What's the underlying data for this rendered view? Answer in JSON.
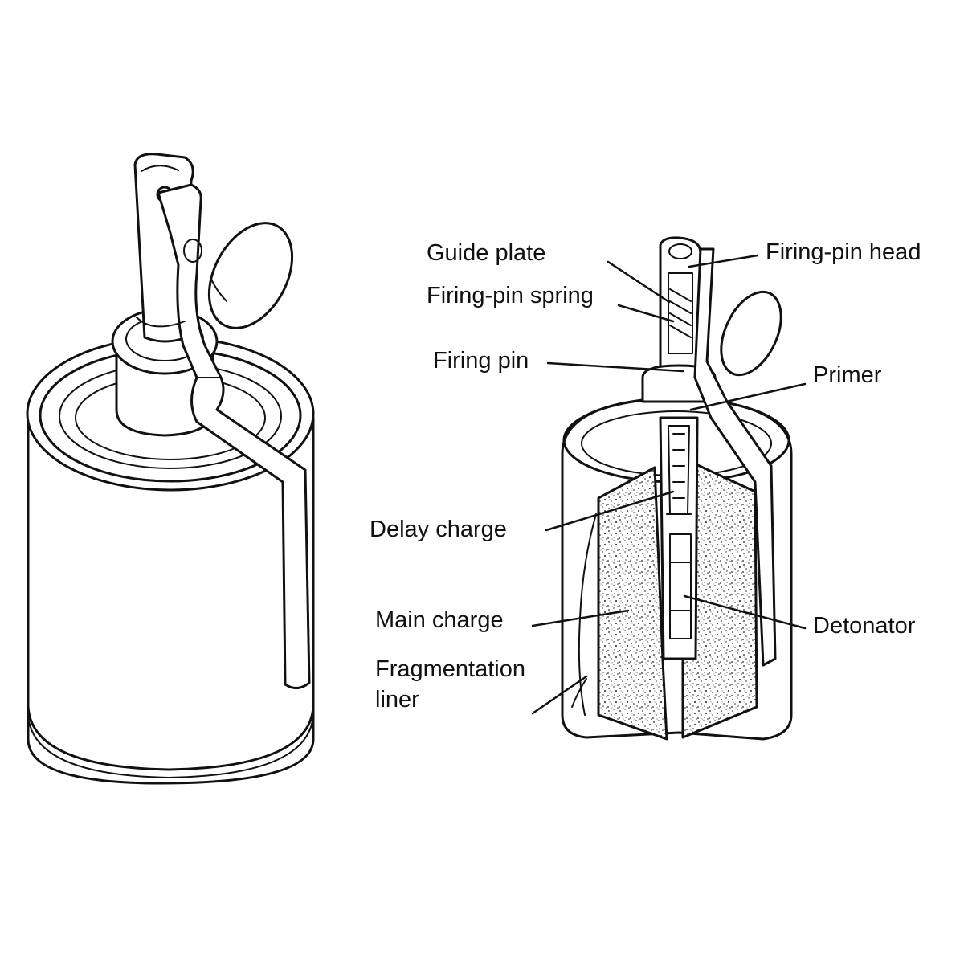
{
  "labels": {
    "guide_plate": "Guide plate",
    "firing_pin_spring": "Firing-pin spring",
    "firing_pin": "Firing pin",
    "firing_pin_head": "Firing-pin head",
    "primer": "Primer",
    "delay_charge": "Delay charge",
    "main_charge": "Main charge",
    "fragmentation_liner": "Fragmentation liner",
    "detonator": "Detonator"
  },
  "colors": {
    "line": "#111111",
    "background": "#ffffff"
  }
}
